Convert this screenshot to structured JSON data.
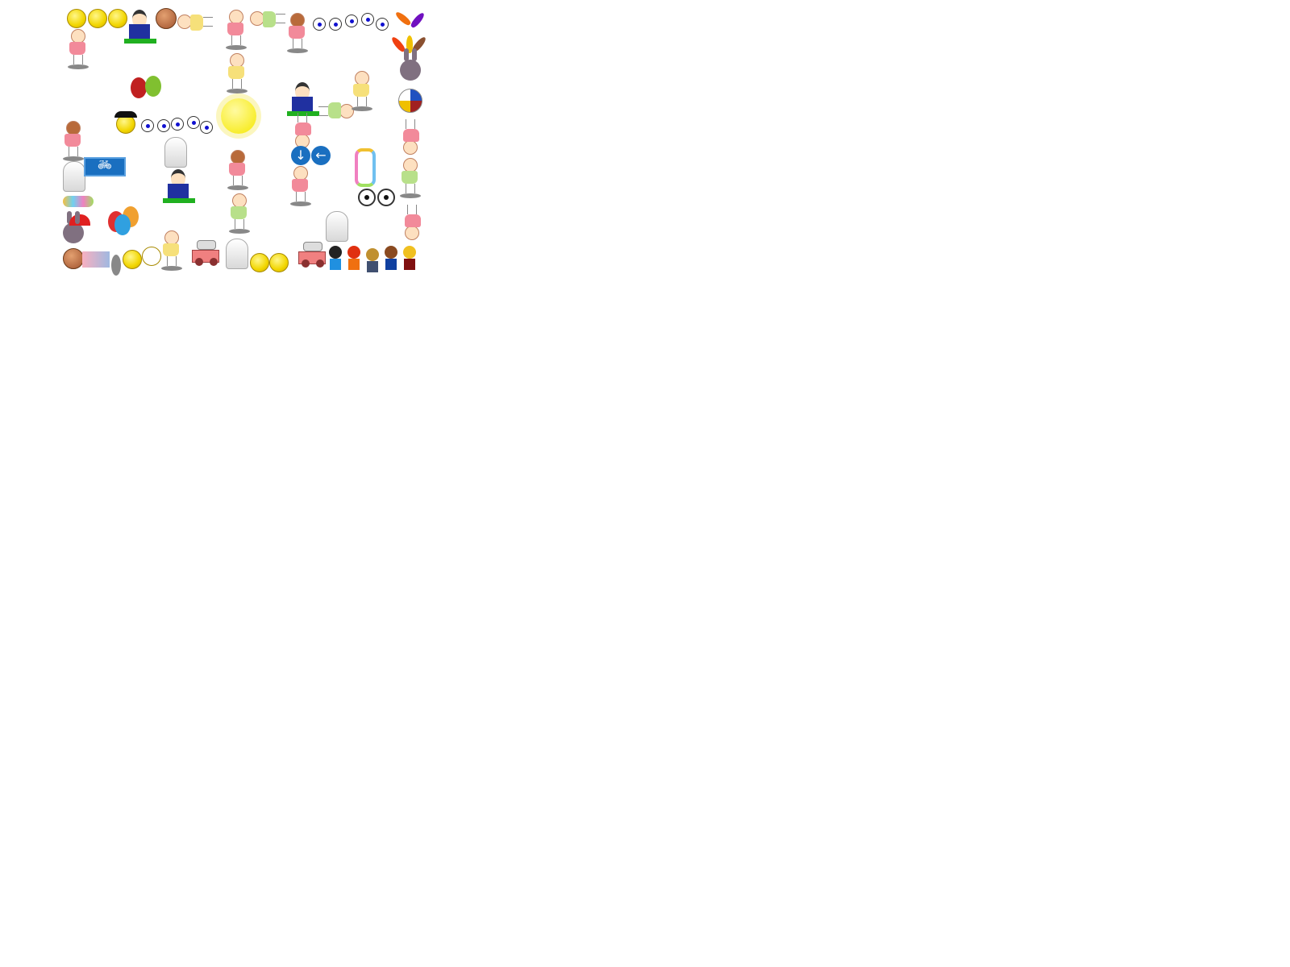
{
  "scene": {
    "description_items": [
      "smiley",
      "face",
      "kid",
      "ghost",
      "balloon",
      "eyes",
      "sun",
      "sign",
      "pins",
      "wagon",
      "children"
    ]
  },
  "signs": {
    "arrow_down": "↓",
    "arrow_left": "←",
    "bicycle": "🚲︎"
  },
  "colors": {
    "sign_blue": "#1a6fc0",
    "smiley_yellow": "#f2d600"
  }
}
